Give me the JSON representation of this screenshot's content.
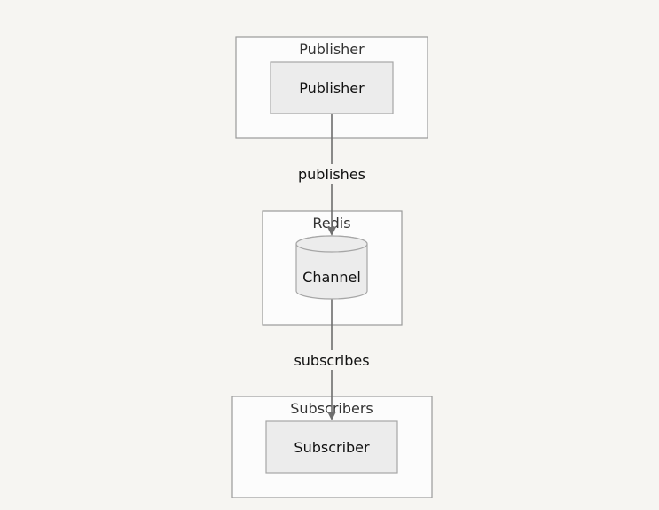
{
  "clusters": {
    "publisher": {
      "label": "Publisher"
    },
    "redis": {
      "label": "Redis"
    },
    "subscribers": {
      "label": "Subscribers"
    }
  },
  "nodes": {
    "publisher": {
      "label": "Publisher",
      "shape": "rectangle"
    },
    "channel": {
      "label": "Channel",
      "shape": "cylinder"
    },
    "subscriber": {
      "label": "Subscriber",
      "shape": "rectangle"
    }
  },
  "edges": {
    "publishes": {
      "label": "publishes",
      "from": "Publisher",
      "to": "Channel"
    },
    "subscribes": {
      "label": "subscribes",
      "from": "Channel",
      "to": "Subscriber"
    }
  },
  "colors": {
    "background": "#f6f5f2",
    "cluster_fill": "#fcfcfc",
    "cluster_border": "#9a9a9a",
    "node_fill": "#ececec",
    "node_border": "#a6a6a6",
    "edge": "#6e6e6e"
  }
}
